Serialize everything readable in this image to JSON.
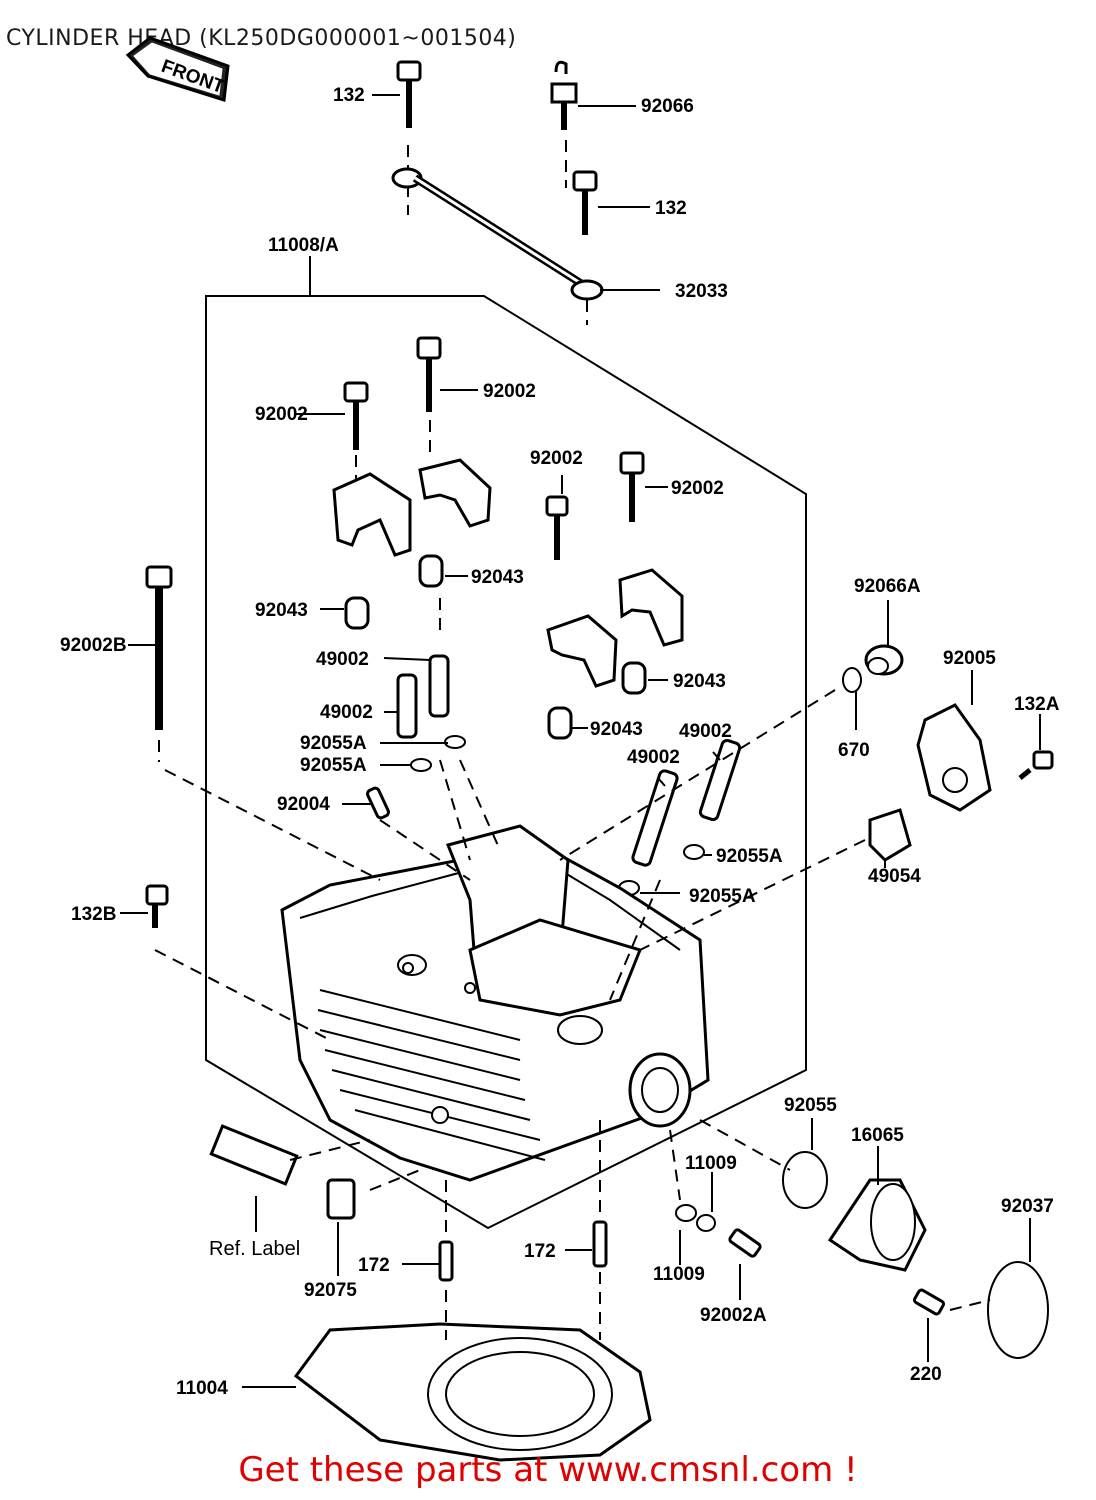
{
  "title": "CYLINDER HEAD (KL250DG000001~001504)",
  "footer": "Get these parts at www.cmsnl.com !",
  "front_tag": "FRONT",
  "ref_label_text": "Ref. Label",
  "labels": {
    "p132_a": "132",
    "p92066": "92066",
    "p132_b": "132",
    "p32033": "32033",
    "p11008A": "11008/A",
    "p92002_a": "92002",
    "p92002_b": "92002",
    "p92002_c": "92002",
    "p92002_d": "92002",
    "p92043_a": "92043",
    "p92043_b": "92043",
    "p92043_c": "92043",
    "p92043_d": "92043",
    "p92002B": "92002B",
    "p49002_a": "49002",
    "p49002_b": "49002",
    "p49002_c": "49002",
    "p49002_d": "49002",
    "p92055A_a": "92055A",
    "p92055A_b": "92055A",
    "p92055A_c": "92055A",
    "p92055A_d": "92055A",
    "p92004": "92004",
    "p92066A": "92066A",
    "p92005": "92005",
    "p132A": "132A",
    "p670": "670",
    "p49054": "49054",
    "p132B": "132B",
    "p92055": "92055",
    "p16065": "16065",
    "p11009_a": "11009",
    "p11009_b": "11009",
    "p92037": "92037",
    "p172_a": "172",
    "p172_b": "172",
    "p92075": "92075",
    "p92002A": "92002A",
    "p220": "220",
    "p11004": "11004"
  },
  "colors": {
    "ink": "#000000",
    "footer": "#e00000"
  }
}
